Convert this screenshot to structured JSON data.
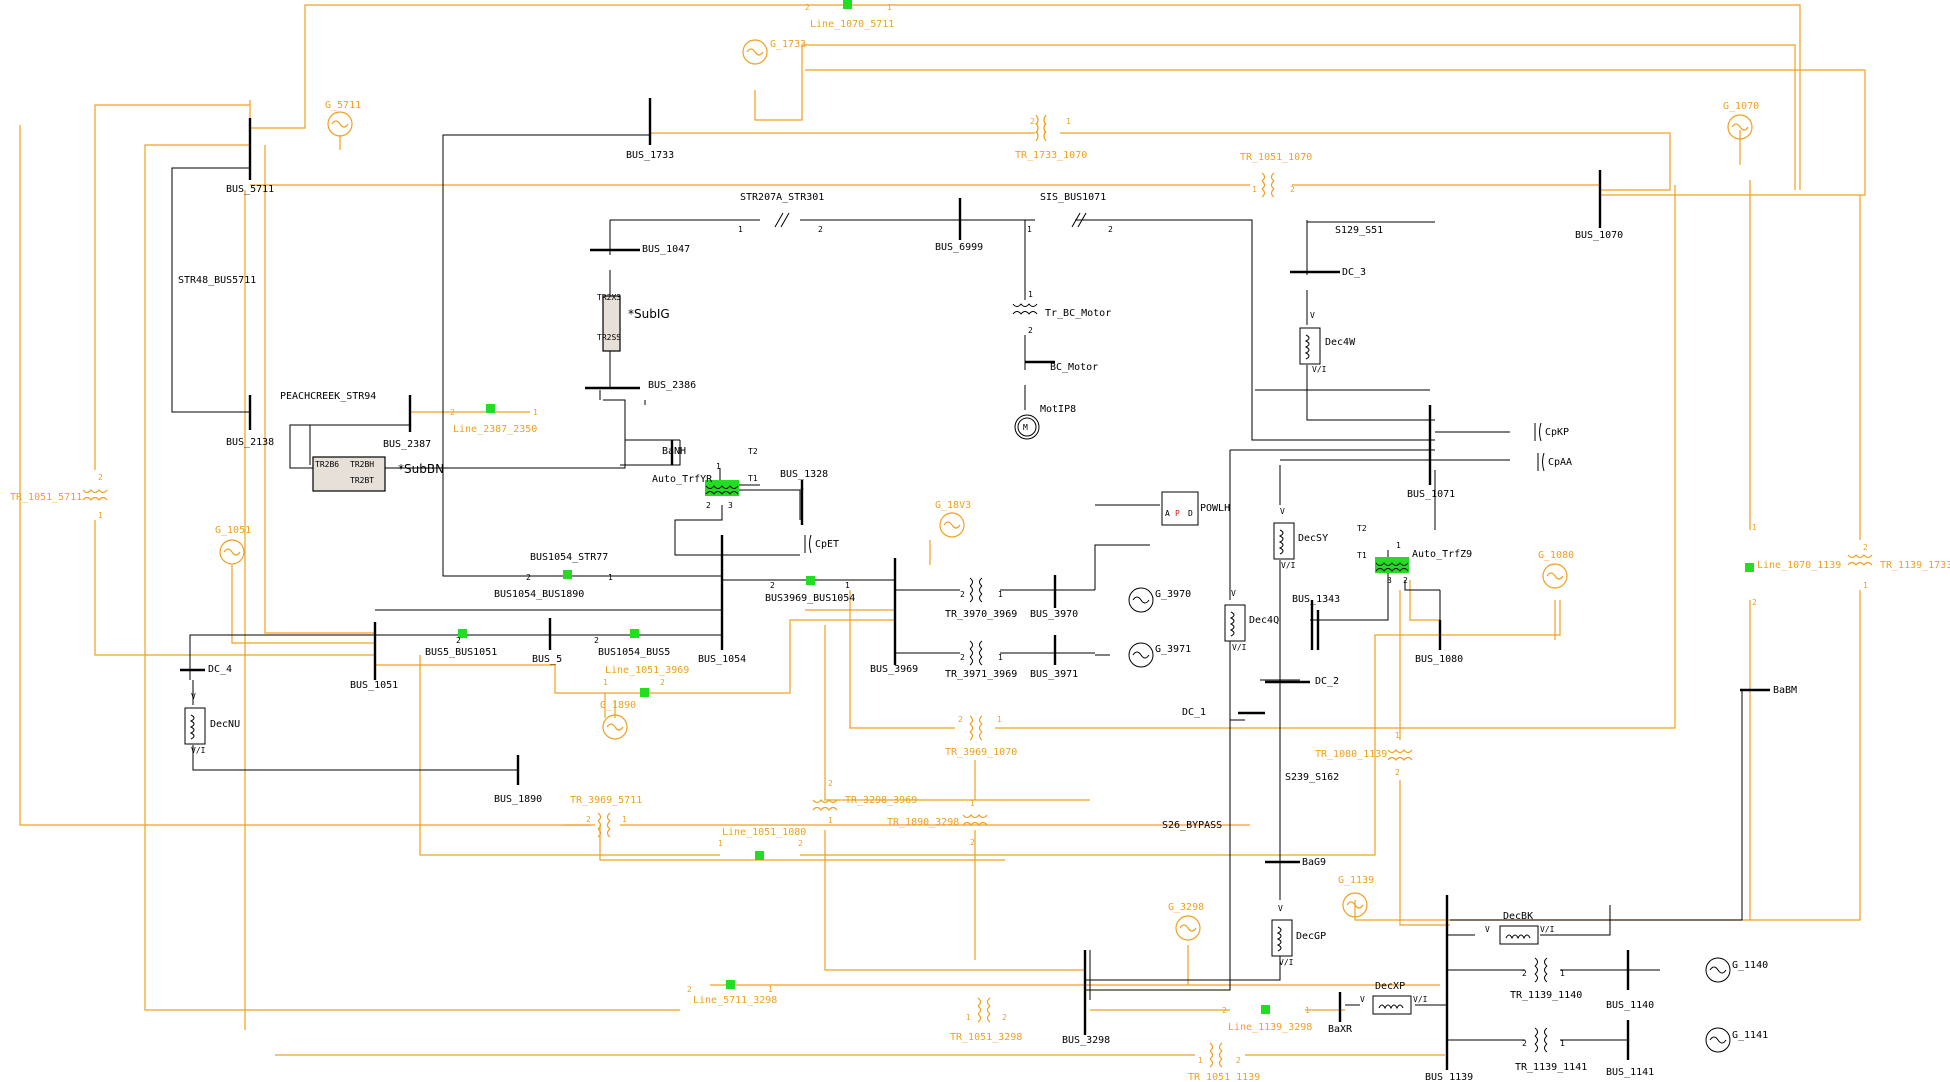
{
  "colors": {
    "energized": "#f0a020",
    "deenergized": "#000000",
    "switch_closed": "#22dd22",
    "background": "#ffffff"
  },
  "buses": {
    "bus_5711": "BUS_5711",
    "bus_1733": "BUS_1733",
    "bus_1070": "BUS_1070",
    "bus_1047": "BUS_1047",
    "bus_6999": "BUS_6999",
    "bus_2386": "BUS_2386",
    "bus_2138": "BUS_2138",
    "bus_2387": "BUS_2387",
    "bus_1328": "BUS_1328",
    "bus_1071": "BUS_1071",
    "bus_1054": "BUS_1054",
    "bus_5": "BUS_5",
    "bus_1051": "BUS_1051",
    "bus_1890": "BUS_1890",
    "bus_3969": "BUS_3969",
    "bus_3970": "BUS_3970",
    "bus_3971": "BUS_3971",
    "bus_1343": "BUS_1343",
    "bus_1080": "BUS_1080",
    "bus_3298": "BUS_3298",
    "bus_1139": "BUS_1139",
    "bus_1140": "BUS_1140",
    "bus_1141": "BUS_1141",
    "babm": "BaBM",
    "bag9": "BaG9",
    "baxr": "BaXR",
    "banh": "BaNH",
    "bc_motor": "BC_Motor",
    "dc_3": "DC_3",
    "dc_4": "DC_4",
    "dc_1": "DC_1",
    "dc_2": "DC_2"
  },
  "lines": {
    "line_1070_5711": "Line_1070_5711",
    "line_2387_2350": "Line_2387_2350",
    "line_1051_3969": "Line_1051_3969",
    "line_1051_1080": "Line_1051_1080",
    "line_5711_3298": "Line_5711_3298",
    "line_1139_3298": "Line_1139_3298",
    "line_1070_1139": "Line_1070_1139",
    "str207a_str301": "STR207A_STR301",
    "sis_bus1071": "SIS_BUS1071",
    "peachcreek_str94": "PEACHCREEK_STR94",
    "str48_bus5711": "STR48_BUS5711",
    "bus1054_str77": "BUS1054_STR77",
    "bus1054_bus1890": "BUS1054_BUS1890",
    "bus5_bus1051": "BUS5_BUS1051",
    "bus1054_bus5": "BUS1054_BUS5",
    "bus3969_bus1054": "BUS3969_BUS1054",
    "s129_s51": "S129_S51",
    "s239_s162": "S239_S162",
    "s26_bypass": "S26_BYPASS"
  },
  "transformers": {
    "tr_1733_1070": "TR_1733_1070",
    "tr_1051_1070": "TR_1051_1070",
    "tr_1051_5711": "TR_1051_5711",
    "tr_1139_1733": "TR_1139_1733",
    "tr_3970_3969": "TR_3970_3969",
    "tr_3971_3969": "TR_3971_3969",
    "tr_3969_1070": "TR_3969_1070",
    "tr_3298_3969": "TR_3298_3969",
    "tr_1890_3298": "TR_1890_3298",
    "tr_3969_5711": "TR_3969_5711",
    "tr_1080_1139": "TR_1080_1139",
    "tr_1051_3298": "TR_1051_3298",
    "tr_1051_1139": "TR_1051_1139",
    "tr_1139_1140": "TR_1139_1140",
    "tr_1139_1141": "TR_1139_1141",
    "tr_bc_motor": "Tr_BC_Motor",
    "auto_trfyr": "Auto_TrfYR",
    "auto_trfz9": "Auto_TrfZ9"
  },
  "generators": {
    "g_5711": "G_5711",
    "g_1733": "G_1733",
    "g_1070": "G_1070",
    "g_1051": "G_1051",
    "g_18v3": "G_18V3",
    "g_1890": "G_1890",
    "g_3970": "G_3970",
    "g_3971": "G_3971",
    "g_1080": "G_1080",
    "g_3298": "G_3298",
    "g_1139": "G_1139",
    "g_1140": "G_1140",
    "g_1141": "G_1141"
  },
  "devices": {
    "motip8": "MotIP8",
    "cpkp": "CpKP",
    "cpaa": "CpAA",
    "cpet": "CpET",
    "powlh": "POWLH",
    "dec4w": "Dec4W",
    "decsy": "DecSY",
    "dec4q": "Dec4Q",
    "decnu": "DecNU",
    "decgp": "DecGP",
    "decbk": "DecBK",
    "decxp": "DecXP",
    "dec_v": "V",
    "dec_vi": "V/I",
    "motor_m": "M",
    "apd_a": "A",
    "apd_p": "P",
    "apd_d": "D"
  },
  "subs": {
    "subig": "*SubIG",
    "subbn": "*SubBN",
    "tr2x3": "TR2X3",
    "tr2ss": "TR2SS",
    "tr2b6": "TR2B6",
    "tr2bh": "TR2BH",
    "tr2bt": "TR2BT"
  },
  "terminals": {
    "t1": "1",
    "t2": "2",
    "t3": "3",
    "tt1": "T1",
    "tt2": "T2"
  }
}
